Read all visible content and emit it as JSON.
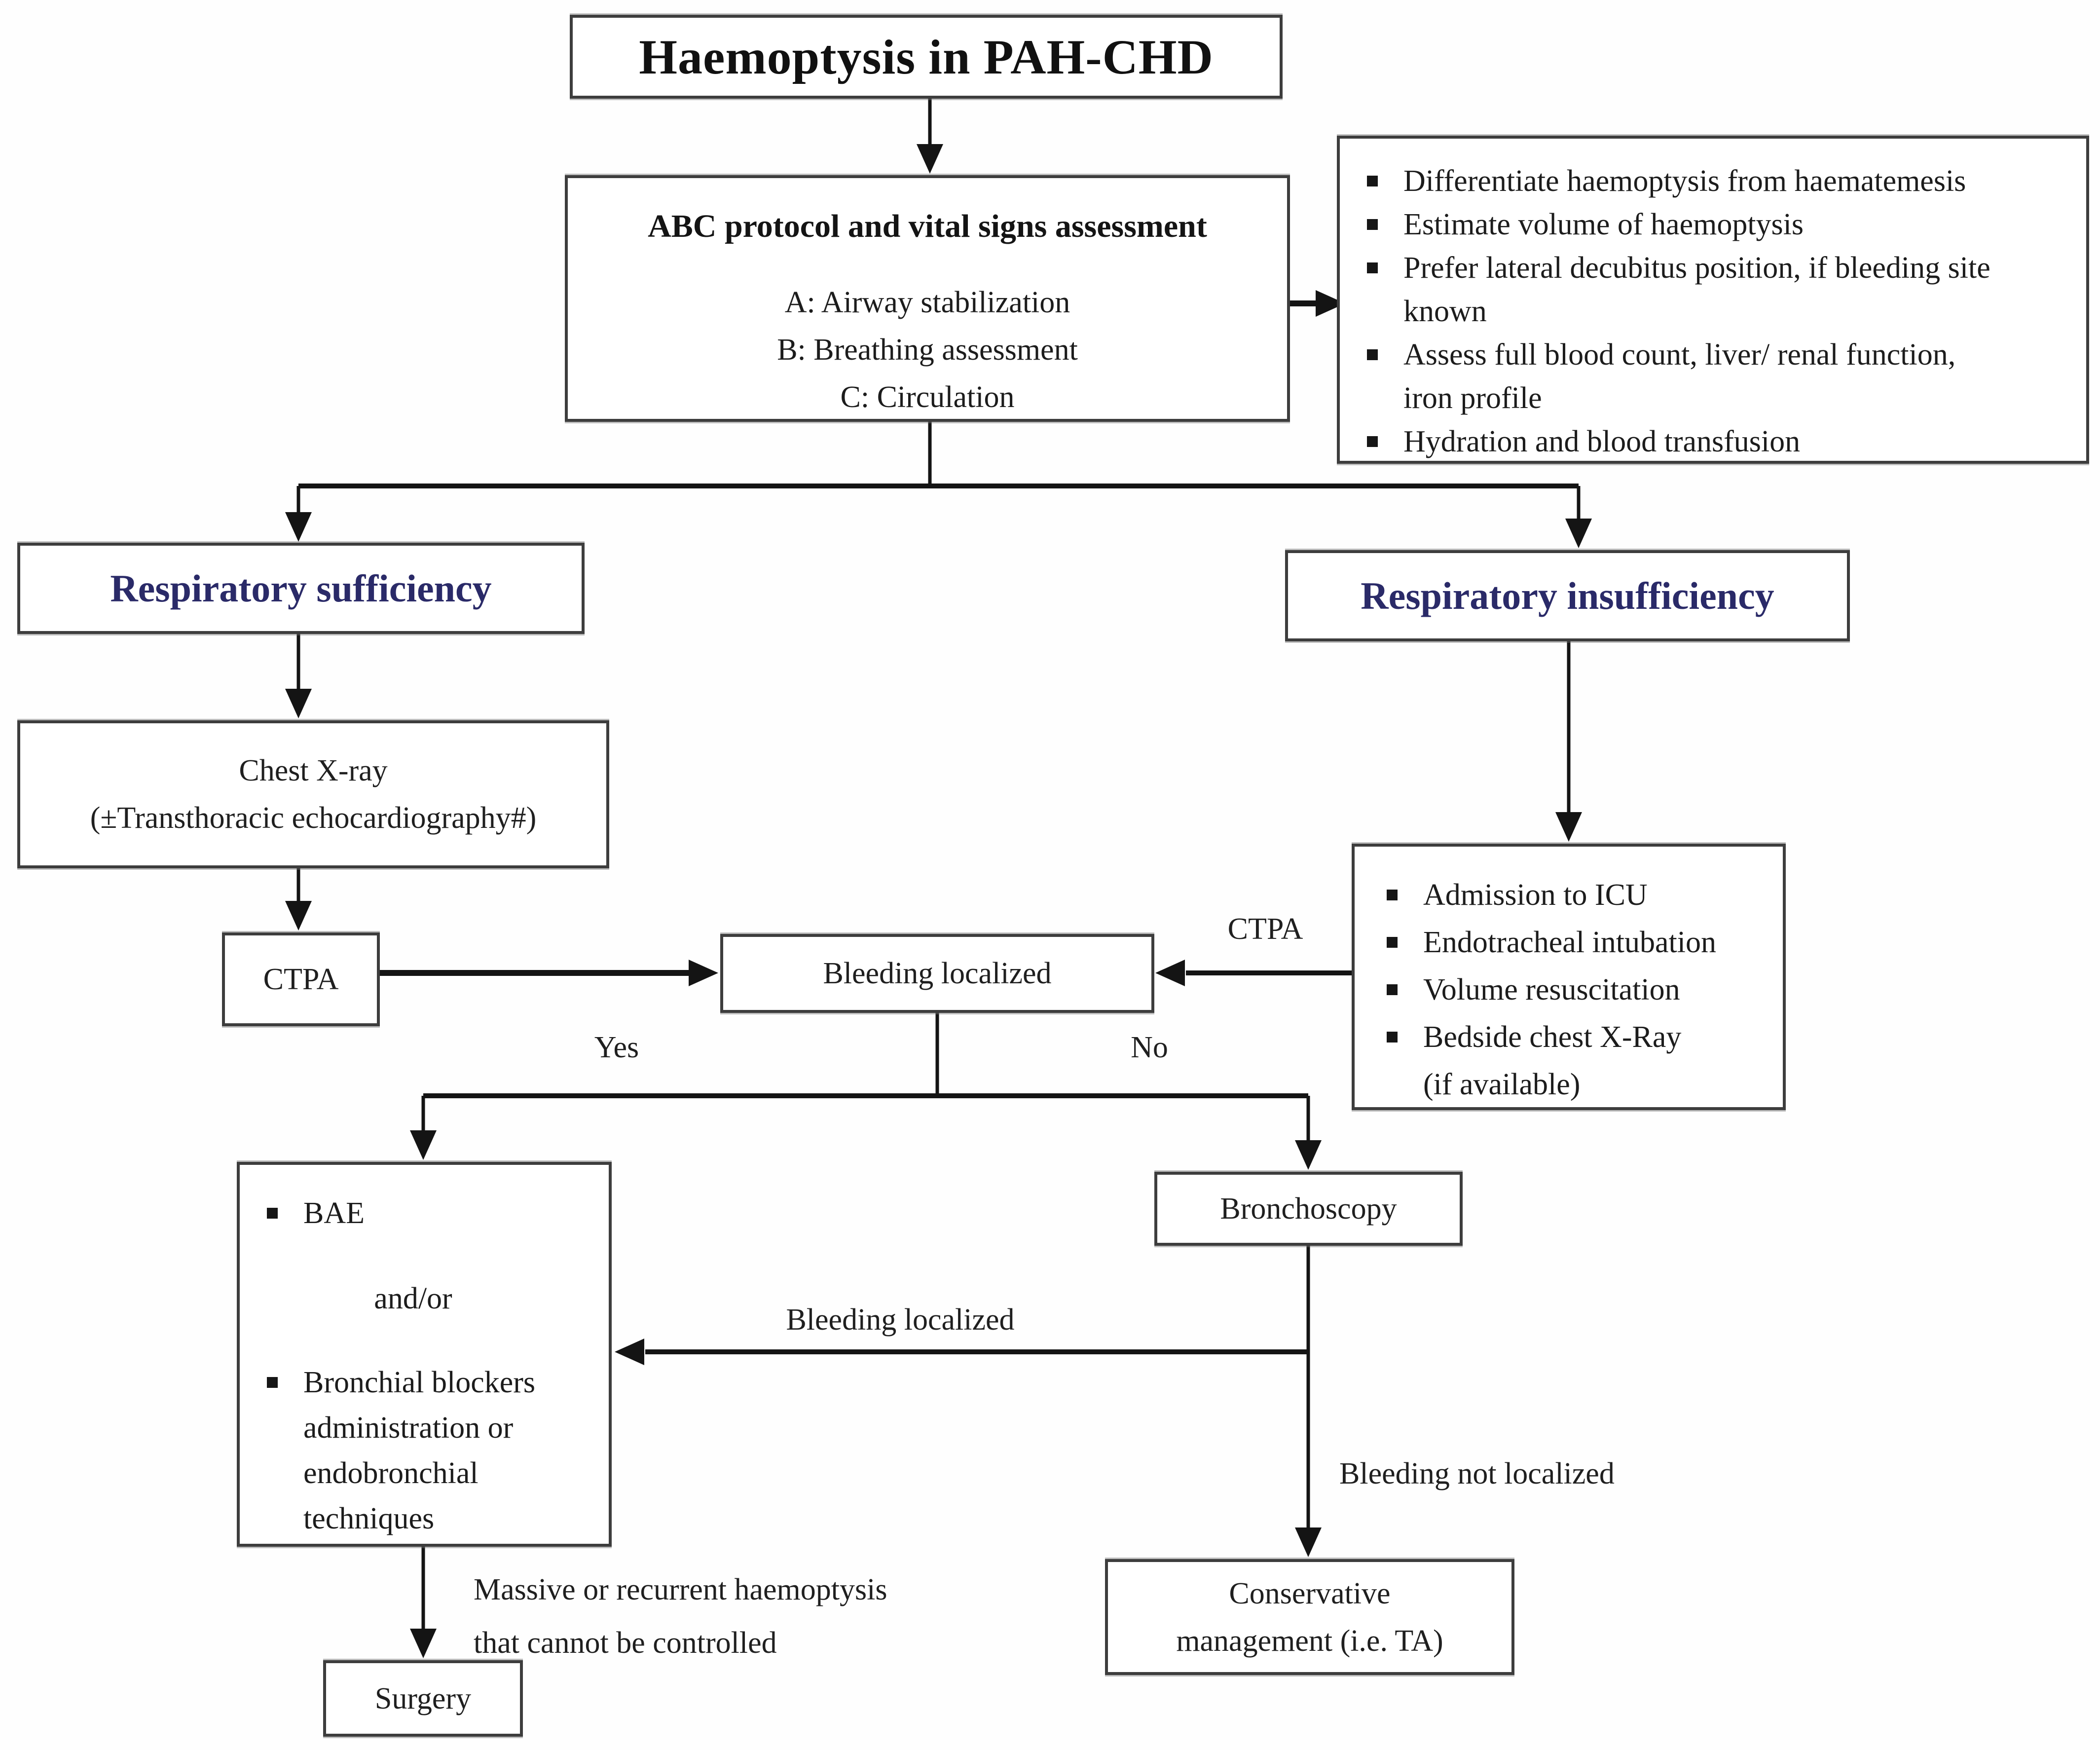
{
  "flowchart": {
    "title": "Haemoptysis in PAH-CHD",
    "abc": {
      "heading": "ABC protocol and vital signs assessment",
      "steps": [
        "A: Airway stabilization",
        "B: Breathing assessment",
        "C: Circulation"
      ]
    },
    "notes": {
      "lines": [
        "Differentiate haemoptysis from haematemesis",
        "Estimate volume of haemoptysis",
        "Prefer lateral decubitus position, if bleeding site",
        "known",
        "Assess full blood count, liver/ renal function,",
        "iron profile",
        "Hydration and blood transfusion"
      ]
    },
    "respiratory_sufficiency": "Respiratory sufficiency",
    "respiratory_insufficiency": "Respiratory insufficiency",
    "chest_xray": {
      "line1": "Chest X-ray",
      "line2": "(±Transthoracic echocardiography#)"
    },
    "ctpa_box": "CTPA",
    "bleeding_localized_box": "Bleeding localized",
    "icu": {
      "lines": [
        "Admission to ICU",
        "Endotracheal intubation",
        "Volume resuscitation",
        "Bedside chest X-Ray",
        "(if available)"
      ]
    },
    "bae": {
      "item1": "BAE",
      "connector": "and/or",
      "item2": "Bronchial blockers administration or endobronchial techniques"
    },
    "bronchoscopy": "Bronchoscopy",
    "conservative": {
      "line1": "Conservative",
      "line2": "management (i.e. TA)"
    },
    "surgery": "Surgery",
    "labels": {
      "yes": "Yes",
      "no": "No",
      "ctpa": "CTPA",
      "bleeding_localized": "Bleeding localized",
      "bleeding_not_localized": "Bleeding not localized",
      "massive_line1": "Massive or recurrent haemoptysis",
      "massive_line2": "that cannot be controlled"
    },
    "colors": {
      "heading_text": "#2a2a68",
      "box_border": "#3d3d3d",
      "line": "#141414",
      "background": "#fefefe"
    }
  }
}
